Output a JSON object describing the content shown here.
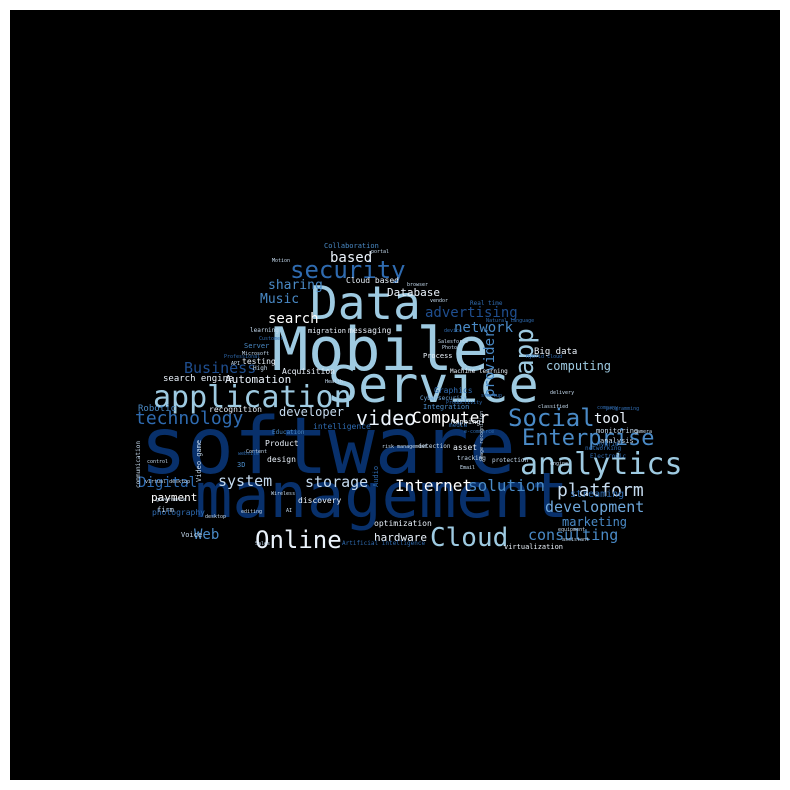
{
  "words": {
    "software": "software",
    "management": "management",
    "mobile": "Mobile",
    "data": "Data",
    "service": "Service",
    "application": "application",
    "analytics": "analytics",
    "enterprise": "Enterprise",
    "social": "Social",
    "security": "security",
    "cloud": "Cloud",
    "online": "Online",
    "video": "video",
    "platform": "platform",
    "app": "app",
    "technology": "technology",
    "computer": "Computer",
    "internet": "Internet",
    "solution": "solution",
    "development": "development",
    "storage": "storage",
    "system": "system",
    "digital": "Digital",
    "consulting": "consulting",
    "web": "Web",
    "business": "Business",
    "music": "Music",
    "search": "search",
    "network": "network",
    "advertising": "advertising",
    "sharing": "sharing",
    "based": "based",
    "database": "Database",
    "provider": "provider",
    "computing": "computing",
    "tool": "tool",
    "marketing": "marketing",
    "automation": "Automation",
    "developer": "developer",
    "hardware": "hardware",
    "payment": "payment",
    "streaming": "streaming",
    "big_data": "Big data",
    "search_engine": "search engine",
    "acquisition": "Acquisition",
    "recognition": "recognition",
    "robotic": "Robotic",
    "process": "Process",
    "integration": "Integration",
    "graphics": "Graphics",
    "machine_learning": "Machine learning",
    "cybersecurity": "Cybersecurity",
    "collaboration": "Collaboration",
    "cloud_based": "Cloud based",
    "messaging": "messaging",
    "migration": "migration",
    "intelligence": "intelligence",
    "product": "Product",
    "design": "design",
    "testing": "testing",
    "mapping": "Mapping",
    "asset": "asset",
    "optimization": "optimization",
    "discovery": "discovery",
    "virtualization": "virtualization",
    "artificial_intelligence": "Artificial intelligence",
    "photography": "photography",
    "voice": "Voice",
    "firm": "firm",
    "video_game": "Video game",
    "communication": "communication",
    "monitoring": "monitoring",
    "analysis": "analysis",
    "networking": "networking",
    "electronic": "Electronic",
    "server": "Server",
    "three_d": "3D",
    "audio": "Audio",
    "hybrid": "Hybrid",
    "education": "Education",
    "protection": "protection",
    "tracking": "tracking",
    "detection": "detection",
    "email": "Email",
    "learning": "learning",
    "real_time": "Real time",
    "company": "company",
    "high": "High",
    "risk_management": "risk management",
    "control": "control",
    "media": "media",
    "device": "device",
    "photo": "Photo",
    "portal": "portal",
    "natural_language": "Natural language",
    "camera": "camera",
    "delivery": "delivery",
    "classified": "classified",
    "programming": "programming",
    "vendor": "vendor",
    "engine": "engine",
    "equipment": "equipment",
    "microsoft": "Microsoft",
    "professional": "Professional",
    "customer": "Customer",
    "content": "Content",
    "startup": "startup",
    "productivity": "Productivity",
    "motion": "Motion",
    "wireless": "Wireless",
    "health": "Health",
    "api": "API",
    "editing": "editing",
    "desktop": "desktop",
    "governance": "governance",
    "ai": "AI",
    "ecommerce": "e-commerce",
    "assistant": "assistant",
    "sales": "Sales",
    "salesforce": "Salesforce",
    "virtual_desktop": "virtual desktop",
    "image_recognition": "image recognition",
    "hybrid_cloud": "Hybrid cloud",
    "website": "website",
    "browser": "browser"
  }
}
